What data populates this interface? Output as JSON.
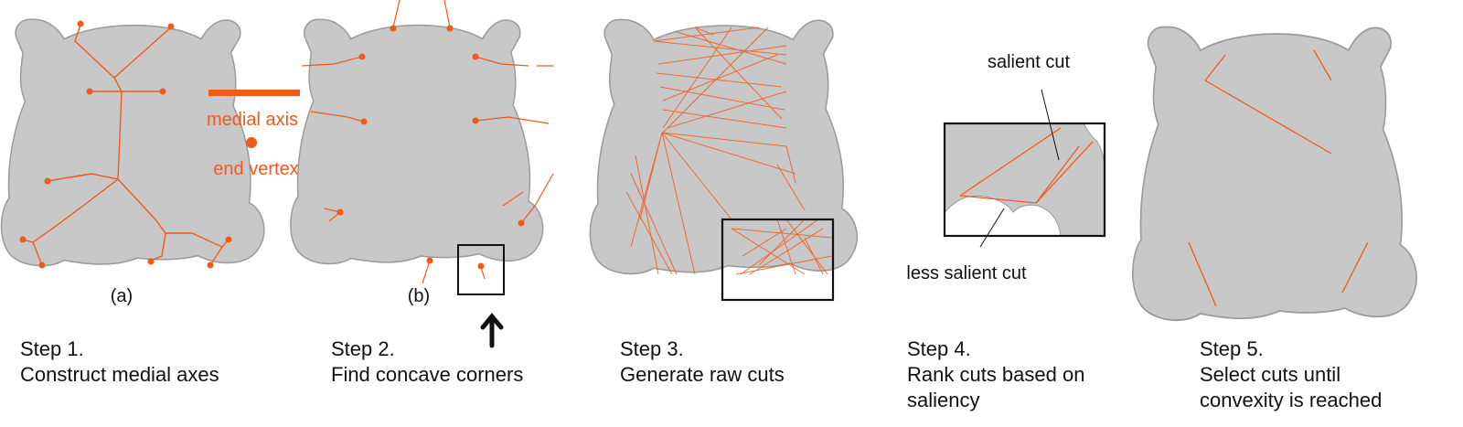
{
  "legend": {
    "medial_axis": "medial axis",
    "end_vertex": "end vertex"
  },
  "panel_labels": {
    "a": "(a)",
    "b": "(b)"
  },
  "annotations": {
    "salient_cut": "salient cut",
    "less_salient_cut": "less salient cut"
  },
  "steps": [
    {
      "title": "Step 1.",
      "desc": [
        "Construct medial axes"
      ]
    },
    {
      "title": "Step 2.",
      "desc": [
        "Find concave corners"
      ]
    },
    {
      "title": "Step 3.",
      "desc": [
        "Generate raw cuts"
      ]
    },
    {
      "title": "Step 4.",
      "desc": [
        "Rank cuts based on",
        "saliency"
      ]
    },
    {
      "title": "Step 5.",
      "desc": [
        "Select cuts until",
        "convexity is reached"
      ]
    }
  ],
  "colors": {
    "shape_fill": "#c8c8c8",
    "shape_stroke": "#9a9a9a",
    "accent": "#f05a1a"
  }
}
